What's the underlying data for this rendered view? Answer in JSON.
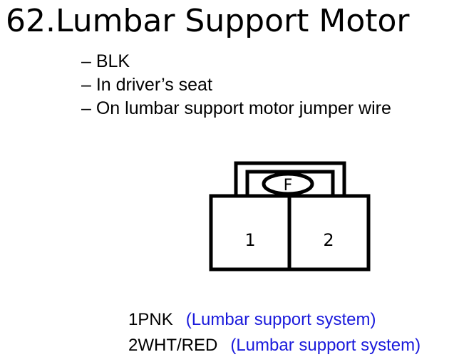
{
  "title": "62.Lumbar Support Motor",
  "bullets": [
    "– BLK",
    "– In driver’s seat",
    "– On lumbar support motor jumper wire"
  ],
  "connector": {
    "lock_label": "F",
    "terminals": [
      "1",
      "2"
    ]
  },
  "pins": [
    {
      "terminal": "1",
      "wire": "PNK",
      "system": "(Lumbar support system)"
    },
    {
      "terminal": "2",
      "wire": "WHT/RED",
      "system": "(Lumbar support system)"
    }
  ],
  "colors": {
    "text": "#000000",
    "system_text": "#1a1adc"
  }
}
